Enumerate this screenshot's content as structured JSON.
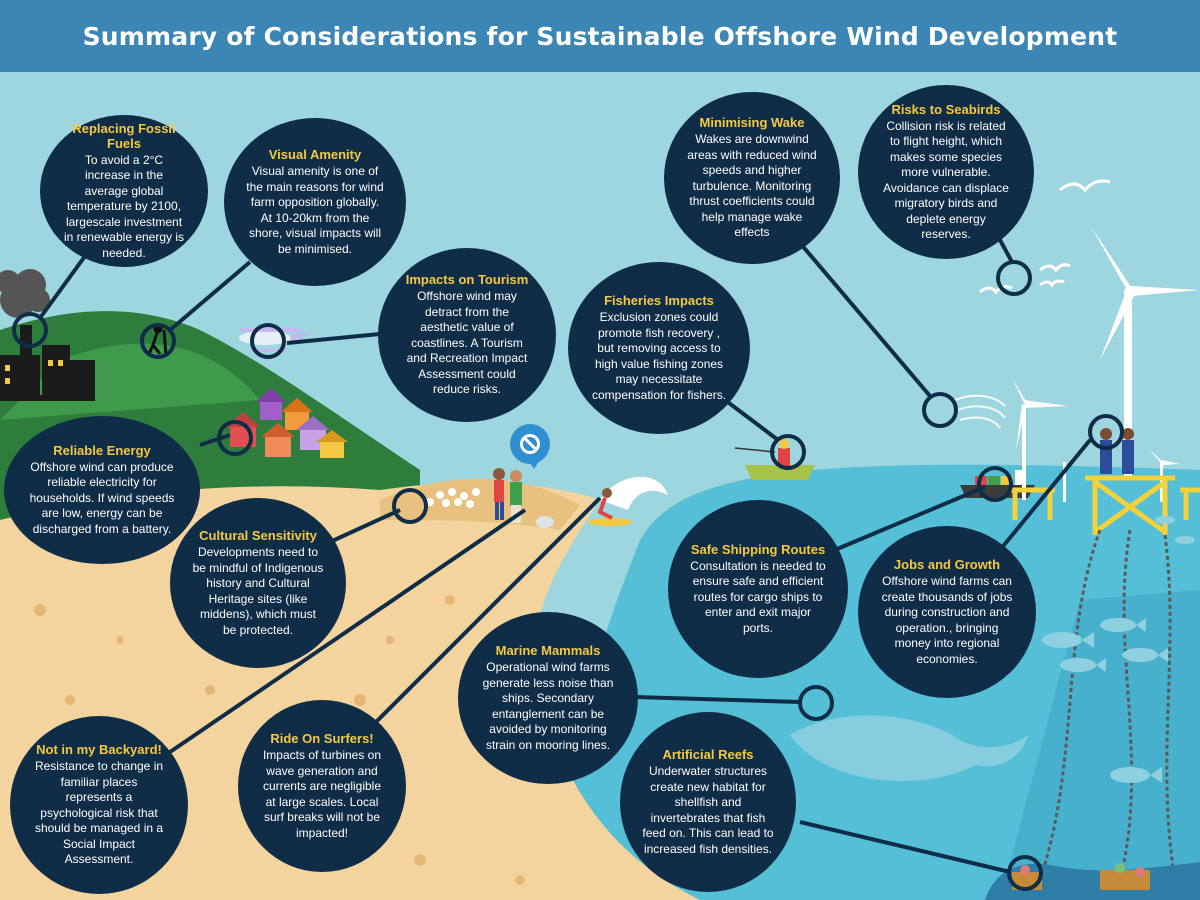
{
  "title": "Summary of Considerations for Sustainable Offshore Wind Development",
  "colors": {
    "header": "#3b86b5",
    "sky": "#9dd6df",
    "sea": "#54bfd6",
    "sand": "#f3d49e",
    "hill": "#2f7d3c",
    "bubble": "#0f2d47",
    "bubble_title": "#f5c842",
    "bubble_text": "#ffffff"
  },
  "icons": [
    "factory-icon",
    "hiker-icon",
    "seaplane-icon",
    "houses-icon",
    "shell-icon",
    "no-sign-icon",
    "beachgoers-icon",
    "surfer-icon",
    "fishing-boat-icon",
    "wake-swirl-icon",
    "seagull-icon",
    "cargo-ship-icon",
    "workers-icon",
    "wind-turbine-icon",
    "fish-icon",
    "whale-icon",
    "reef-icon"
  ],
  "considerations": [
    {
      "title": "Replacing Fossil Fuels",
      "text": "To avoid a 2°C increase in the average global temperature by 2100, largescale investment in renewable energy is needed."
    },
    {
      "title": "Visual Amenity",
      "text": "Visual amenity is one of the main reasons for wind farm opposition globally. At 10-20km from the shore, visual impacts will be minimised."
    },
    {
      "title": "Impacts on Tourism",
      "text": "Offshore wind may detract from the aesthetic value of coastlines. A Tourism and Recreation Impact Assessment could reduce risks."
    },
    {
      "title": "Fisheries Impacts",
      "text": "Exclusion zones could promote fish recovery , but removing access to high value fishing zones may necessitate compensation for fishers."
    },
    {
      "title": "Minimising Wake",
      "text": "Wakes are downwind areas with reduced wind speeds and higher turbulence. Monitoring thrust coefficients could help manage wake effects"
    },
    {
      "title": "Risks to Seabirds",
      "text": "Collision risk is related to flight height, which makes some species more vulnerable. Avoidance can displace migratory birds and deplete energy reserves."
    },
    {
      "title": "Reliable Energy",
      "text": "Offshore wind can produce reliable electricity for households. If wind speeds are low, energy can be discharged from a battery."
    },
    {
      "title": "Cultural Sensitivity",
      "text": "Developments need to be mindful of Indigenous history and Cultural Heritage sites (like middens), which must be protected."
    },
    {
      "title": "Safe Shipping Routes",
      "text": "Consultation is needed to ensure safe and efficient routes for cargo ships to enter and exit major ports."
    },
    {
      "title": "Jobs and Growth",
      "text": "Offshore wind farms can create thousands of jobs during construction and operation., bringing money into regional economies."
    },
    {
      "title": "Marine Mammals",
      "text": "Operational wind farms generate less noise than ships. Secondary entanglement can be avoided by monitoring strain on mooring lines."
    },
    {
      "title": "Not in my Backyard!",
      "text": "Resistance to change in familiar places represents a psychological risk that should be managed in a Social Impact Assessment."
    },
    {
      "title": "Ride On Surfers!",
      "text": "Impacts of turbines on wave generation and currents are negligible at large scales. Local surf breaks will not be impacted!"
    },
    {
      "title": "Artificial Reefs",
      "text": "Underwater structures create new habitat for shellfish and invertebrates that fish feed on. This can lead to increased fish densities."
    }
  ]
}
